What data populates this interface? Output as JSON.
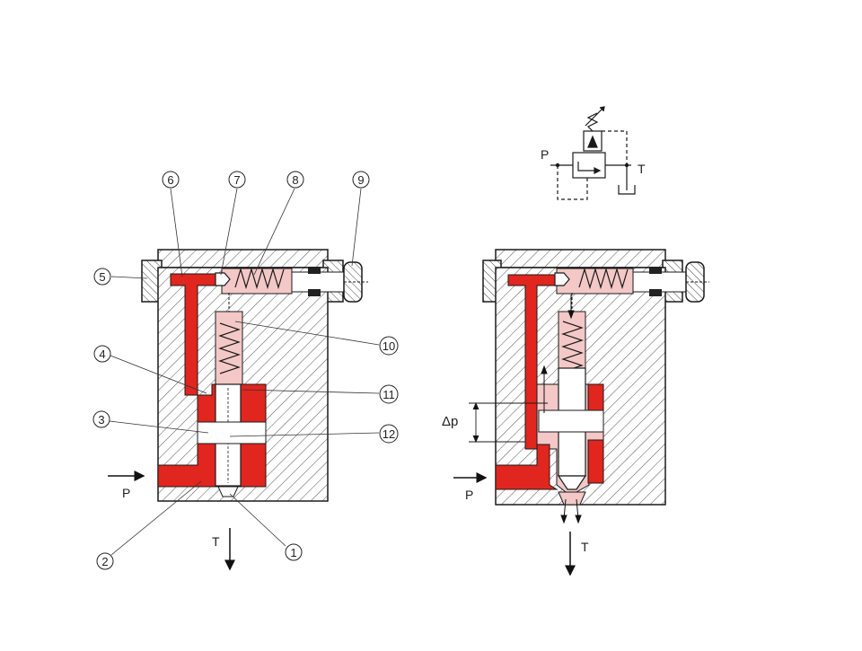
{
  "colors": {
    "pressure_fill": "#e0261f",
    "pilot_fill": "#f3c8c6",
    "hatch": "#555555",
    "line": "#1a1a1a"
  },
  "left_valve": {
    "callouts": [
      "1",
      "2",
      "3",
      "4",
      "5",
      "6",
      "7",
      "8",
      "9",
      "10",
      "11",
      "12"
    ],
    "port_p": "P",
    "port_t": "T"
  },
  "right_valve": {
    "port_p": "P",
    "port_t": "T",
    "dp_label": "Δp"
  },
  "symbol": {
    "port_p": "P",
    "port_t": "T"
  }
}
